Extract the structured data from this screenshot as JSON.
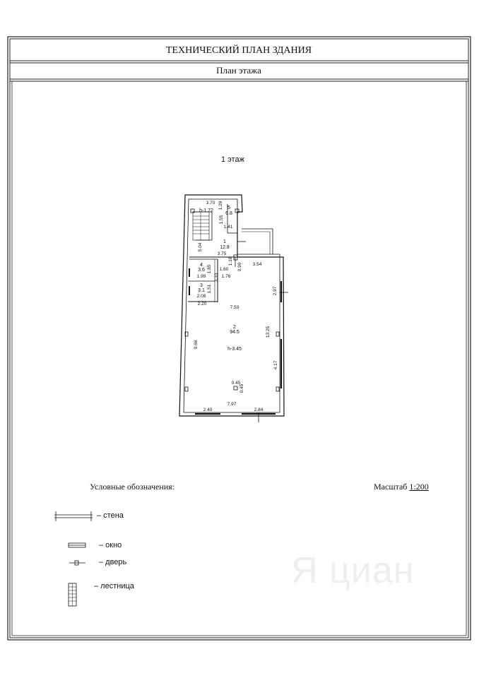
{
  "header": {
    "title": "ТЕХНИЧЕСКИЙ ПЛАН ЗДАНИЯ",
    "subtitle": "План этажа"
  },
  "floor_label": "1 этаж",
  "plan": {
    "rooms": [
      {
        "number": "5",
        "area": "6.8"
      },
      {
        "number": "1",
        "area": "12.8"
      },
      {
        "number": "4",
        "area": "3.6"
      },
      {
        "number": "3",
        "area": "3.1"
      },
      {
        "number": "2",
        "area": "94.5"
      }
    ],
    "heights": [
      "h-1.72",
      "h-3.45"
    ],
    "dimensions": [
      "3.70",
      "1.29",
      "1.55",
      "1.41",
      "5.04",
      "3.75",
      "1.85",
      "1.99",
      "1.18",
      "1.60",
      "0.90",
      "1.76",
      "3.54",
      "1.51",
      "3.33",
      "2.08",
      "2.20",
      "2.97",
      "7.53",
      "13.25",
      "9.66",
      "4.17",
      "0.45",
      "0.45",
      "7.97",
      "2.40",
      "2.84"
    ]
  },
  "legend": {
    "title": "Условные обозначения:",
    "items": [
      {
        "symbol": "wall-symbol",
        "label": "– стена"
      },
      {
        "symbol": "window-symbol",
        "label": "– окно"
      },
      {
        "symbol": "door-symbol",
        "label": "– дверь"
      },
      {
        "symbol": "stair-symbol",
        "label": "– лестница"
      }
    ]
  },
  "scale": {
    "label": "Масштаб",
    "value": "1:200"
  },
  "watermark": "Я циан"
}
